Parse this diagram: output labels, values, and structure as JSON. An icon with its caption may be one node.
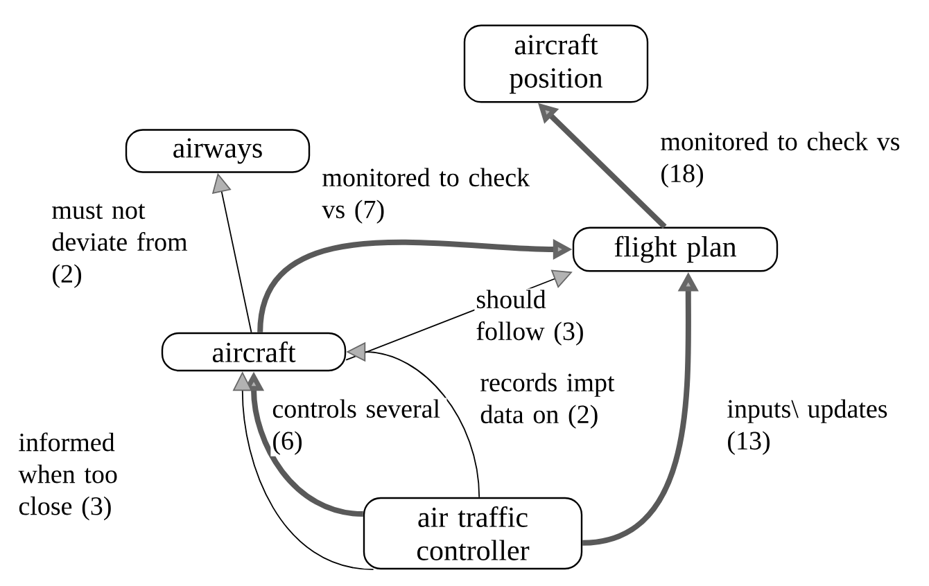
{
  "diagram": {
    "nodes": [
      {
        "text": [
          "aircraft position"
        ]
      },
      {
        "text": [
          "airways"
        ]
      },
      {
        "text": [
          "flight plan"
        ]
      },
      {
        "text": [
          "aircraft"
        ]
      },
      {
        "text": [
          "air traffic controller"
        ]
      }
    ],
    "edges": [
      {
        "from": 2,
        "to": 0,
        "arrow": "to",
        "label": "monitored to check vs (18)",
        "style": "thick"
      },
      {
        "from": 3,
        "to": 1,
        "arrow": "to",
        "label": "must not deviate from (2)"
      },
      {
        "from": 3,
        "to": 2,
        "arrow": "to",
        "label": "monitored to check vs (7)",
        "style": "thick"
      },
      {
        "from": 3,
        "to": 2,
        "arrow": "to",
        "label": "should follow (3)"
      },
      {
        "from": 4,
        "to": 3,
        "arrow": "to",
        "label": "records impt data on (2)"
      },
      {
        "from": 4,
        "to": 3,
        "arrow": "to",
        "label": "controls several (6)",
        "style": "thick"
      },
      {
        "from": 4,
        "to": 3,
        "arrow": "to",
        "label": "informed when too close (3)"
      },
      {
        "from": 4,
        "to": 2,
        "arrow": "to",
        "label": "inputs\\ updates (13)",
        "style": "thick"
      }
    ]
  }
}
